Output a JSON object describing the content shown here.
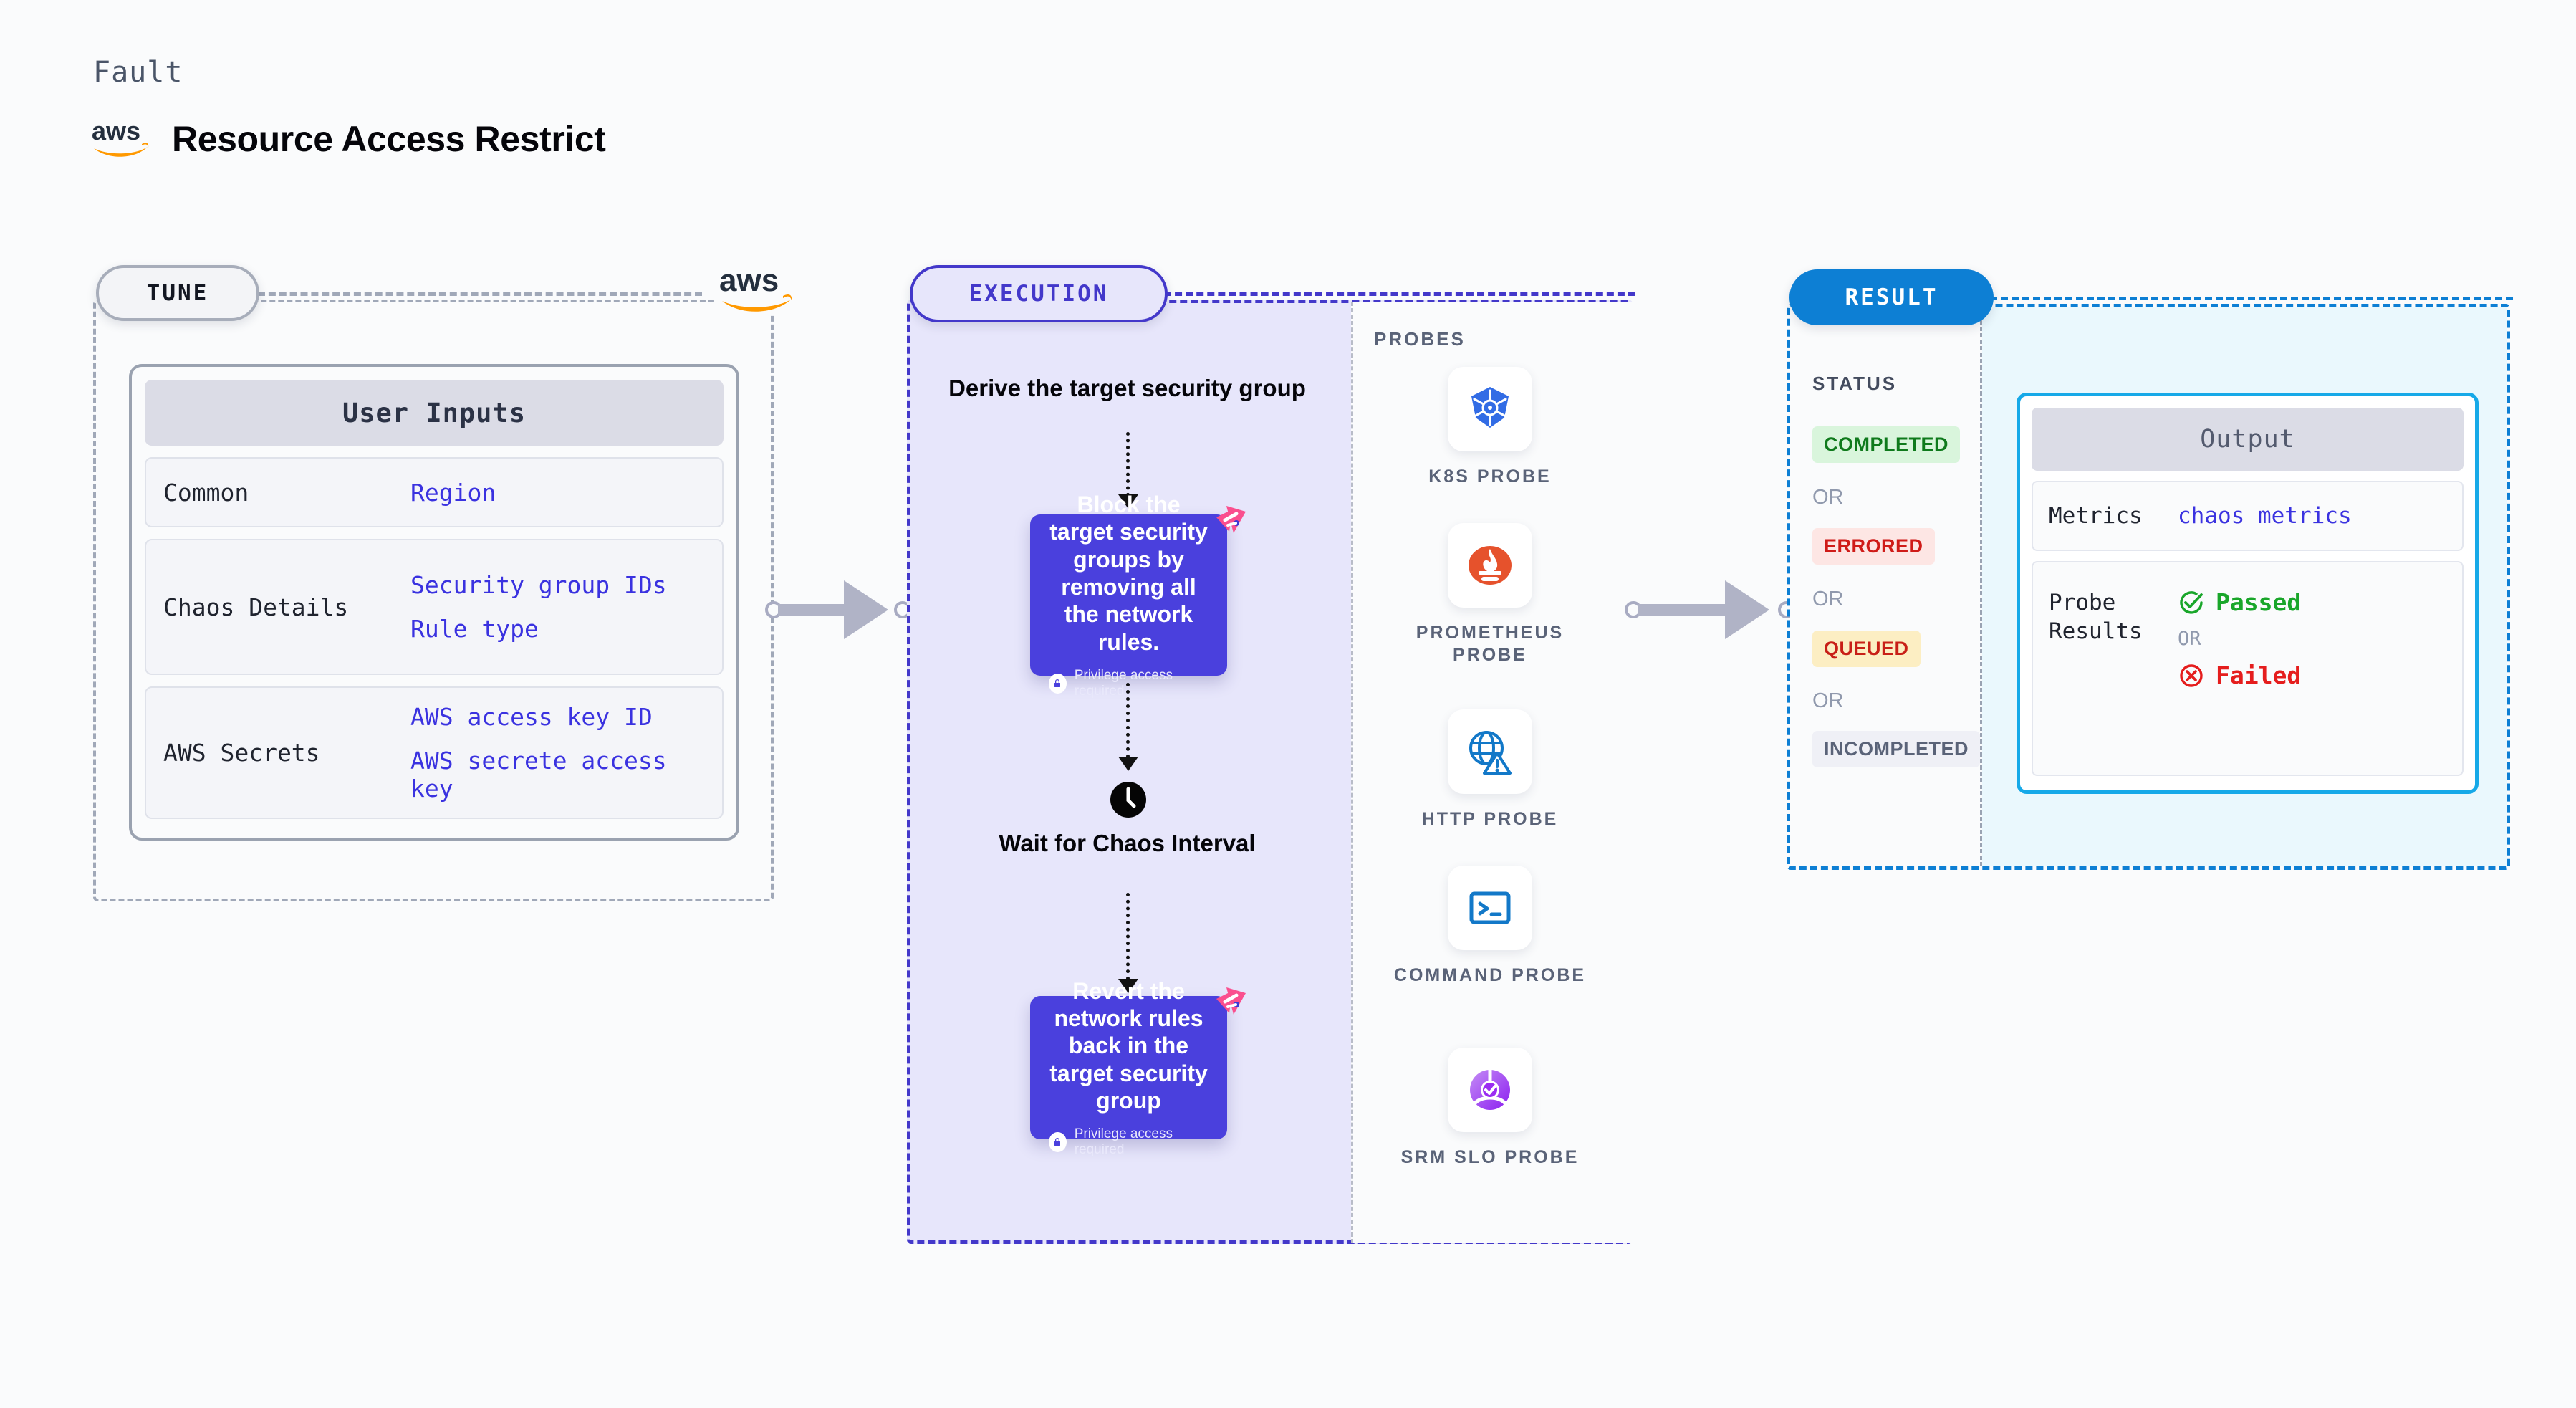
{
  "header": {
    "fault_label": "Fault",
    "title": "Resource Access Restrict",
    "logo_icon": "aws-logo-icon"
  },
  "tune": {
    "pill_label": "TUNE",
    "brand_icon": "aws-logo-icon",
    "card_title": "User Inputs",
    "rows": [
      {
        "key": "Common",
        "values": [
          "Region"
        ]
      },
      {
        "key": "Chaos Details",
        "values": [
          "Security group IDs",
          "Rule type"
        ]
      },
      {
        "key": "AWS Secrets",
        "values": [
          "AWS access key ID",
          "AWS secrete access key"
        ]
      }
    ]
  },
  "execution": {
    "pill_label": "EXECUTION",
    "step1_title": "Derive the target security group",
    "action1_text": "Block the target security groups by removing all the network rules.",
    "action1_note": "Privilege access required",
    "action1_note_icon": "lock-icon",
    "action1_badge_icon": "harness-logo-icon",
    "wait_icon": "clock-icon",
    "wait_title": "Wait for Chaos Interval",
    "action2_text": "Revert the network rules back in the target security group",
    "action2_note": "Privilege access required",
    "action2_note_icon": "lock-icon",
    "action2_badge_icon": "harness-logo-icon"
  },
  "probes": {
    "label": "PROBES",
    "items": [
      {
        "name": "K8S PROBE",
        "icon": "kubernetes-icon"
      },
      {
        "name": "PROMETHEUS PROBE",
        "icon": "prometheus-icon"
      },
      {
        "name": "HTTP PROBE",
        "icon": "http-globe-warning-icon"
      },
      {
        "name": "COMMAND PROBE",
        "icon": "terminal-icon"
      },
      {
        "name": "SRM SLO PROBE",
        "icon": "srm-slo-icon"
      }
    ]
  },
  "result": {
    "pill_label": "RESULT",
    "status_label": "STATUS",
    "or_label": "OR",
    "statuses": [
      {
        "label": "COMPLETED",
        "bg": "#d9f5dc",
        "fg": "#0f7a1c"
      },
      {
        "label": "ERRORED",
        "bg": "#fde6e4",
        "fg": "#cf1b18"
      },
      {
        "label": "QUEUED",
        "bg": "#fceec3",
        "fg": "#c81f17"
      },
      {
        "label": "INCOMPLETED",
        "bg": "#eff0f6",
        "fg": "#5a6378"
      }
    ],
    "output": {
      "title": "Output",
      "metrics_key": "Metrics",
      "metrics_value": "chaos metrics",
      "probe_key": "Probe Results",
      "passed_label": "Passed",
      "passed_icon": "check-circle-icon",
      "passed_color": "#19a62a",
      "or_label": "OR",
      "failed_label": "Failed",
      "failed_icon": "x-circle-icon",
      "failed_color": "#e51d1d"
    }
  },
  "colors": {
    "exec_accent": "#4338ca",
    "result_accent": "#0d7fd4",
    "tune_accent": "#a0a8b8",
    "action_card": "#4a40dd",
    "value_text": "#3a32e0"
  }
}
